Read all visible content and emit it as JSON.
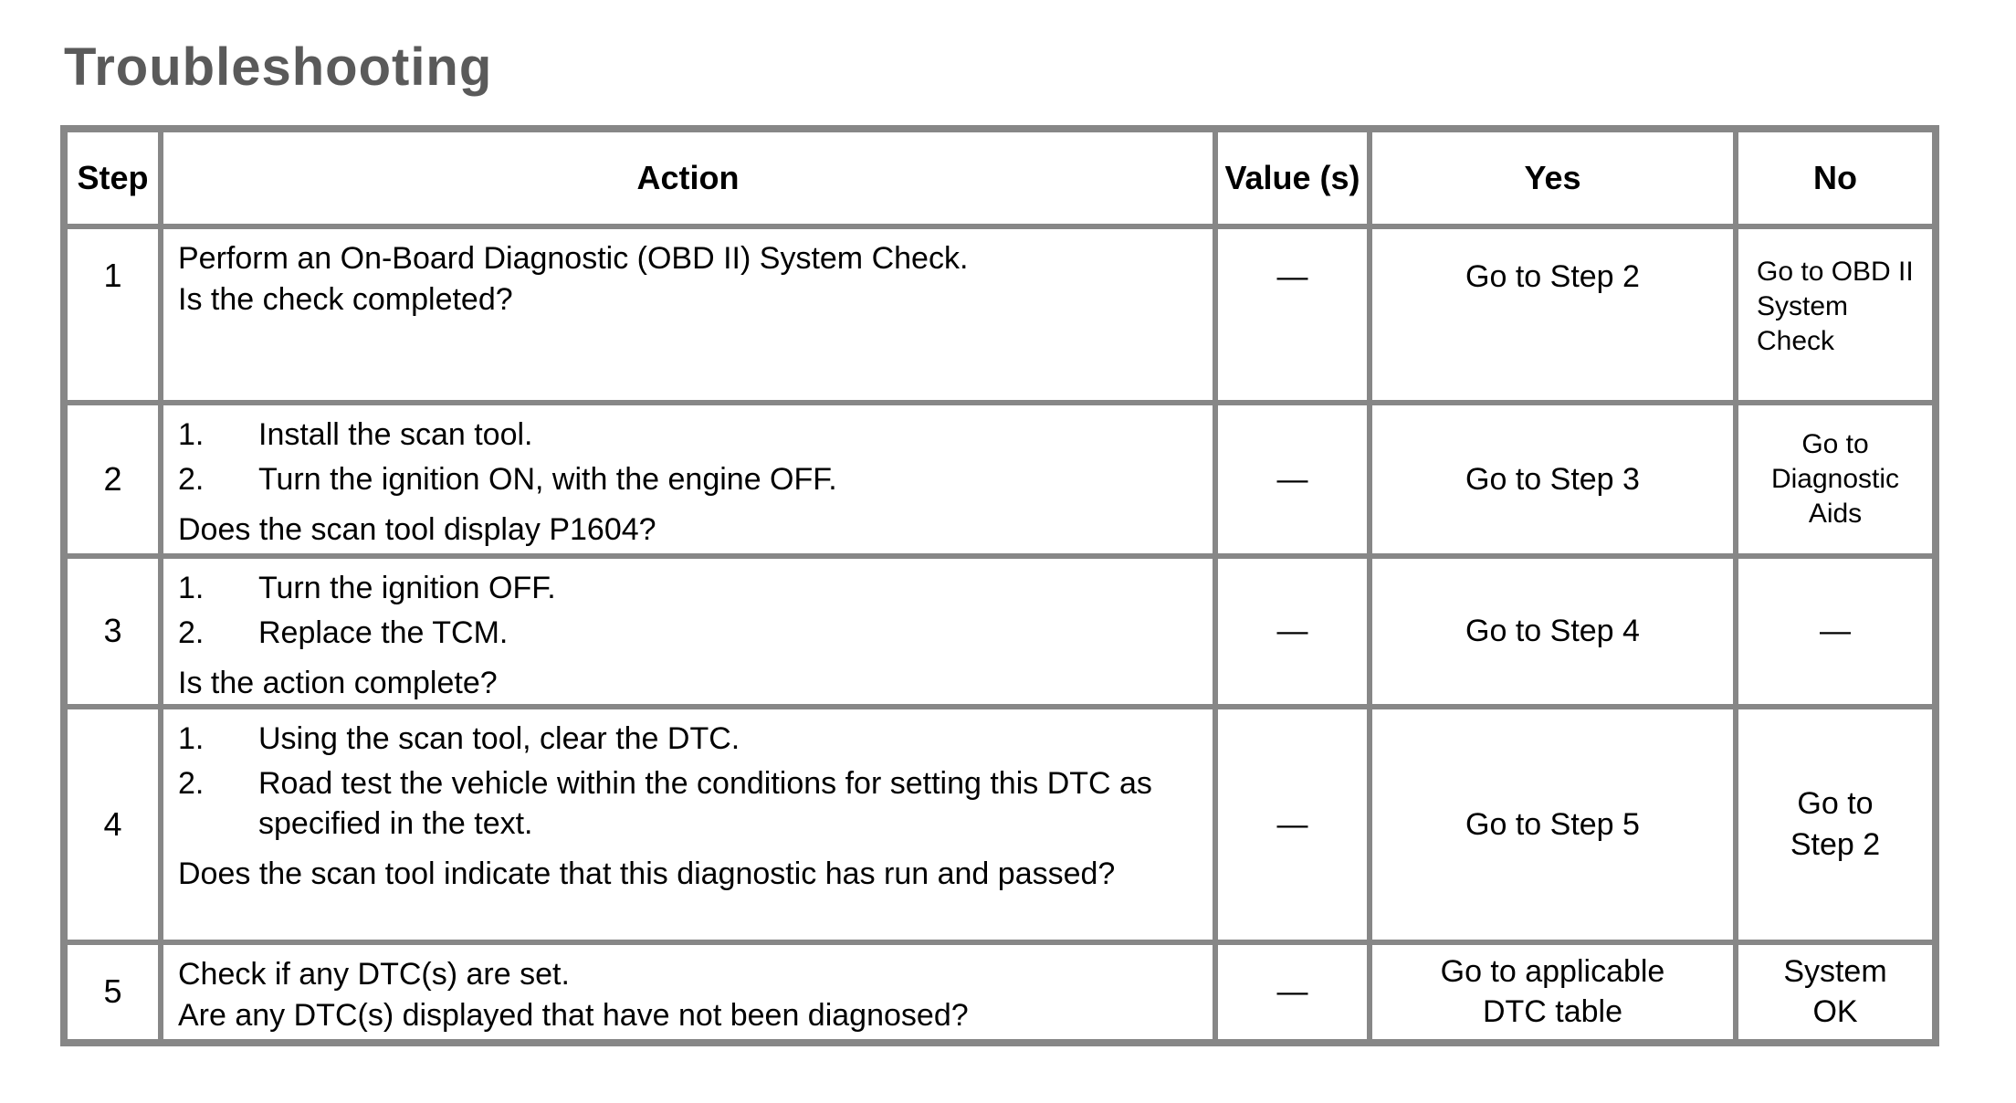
{
  "page": {
    "title": "Troubleshooting"
  },
  "table": {
    "headers": {
      "step": "Step",
      "action": "Action",
      "values": "Value (s)",
      "yes": "Yes",
      "no": "No"
    },
    "rows": [
      {
        "step": "1",
        "action": {
          "intro": "Perform an On-Board Diagnostic (OBD II) System Check.",
          "question": "Is the check completed?"
        },
        "values": "—",
        "yes": "Go to Step 2",
        "no": "Go to OBD II System Check"
      },
      {
        "step": "2",
        "action": {
          "items": [
            {
              "num": "1.",
              "text": "Install the scan tool."
            },
            {
              "num": "2.",
              "text": "Turn the ignition ON, with the engine OFF."
            }
          ],
          "question": "Does the scan tool display P1604?"
        },
        "values": "—",
        "yes": "Go to Step 3",
        "no": "Go to Diagnostic Aids"
      },
      {
        "step": "3",
        "action": {
          "items": [
            {
              "num": "1.",
              "text": "Turn the ignition OFF."
            },
            {
              "num": "2.",
              "text": "Replace the TCM."
            }
          ],
          "question": "Is the action complete?"
        },
        "values": "—",
        "yes": "Go to Step 4",
        "no": "—"
      },
      {
        "step": "4",
        "action": {
          "items": [
            {
              "num": "1.",
              "text": "Using the scan tool, clear the DTC."
            },
            {
              "num": "2.",
              "text": "Road test the vehicle within the conditions for setting this DTC as specified in the text."
            }
          ],
          "question": "Does the scan tool indicate that this diagnostic has run and passed?"
        },
        "values": "—",
        "yes": "Go to Step 5",
        "no": "Go to Step 2"
      },
      {
        "step": "5",
        "action": {
          "intro": "Check if any DTC(s) are set.",
          "question": "Are any DTC(s) displayed that have not been diagnosed?"
        },
        "values": "—",
        "yes": "Go to applicable DTC table",
        "no": "System OK"
      }
    ]
  },
  "colors": {
    "border": "#878787",
    "title_text": "#5a5a5a",
    "body_text": "#000000",
    "background": "#ffffff"
  }
}
